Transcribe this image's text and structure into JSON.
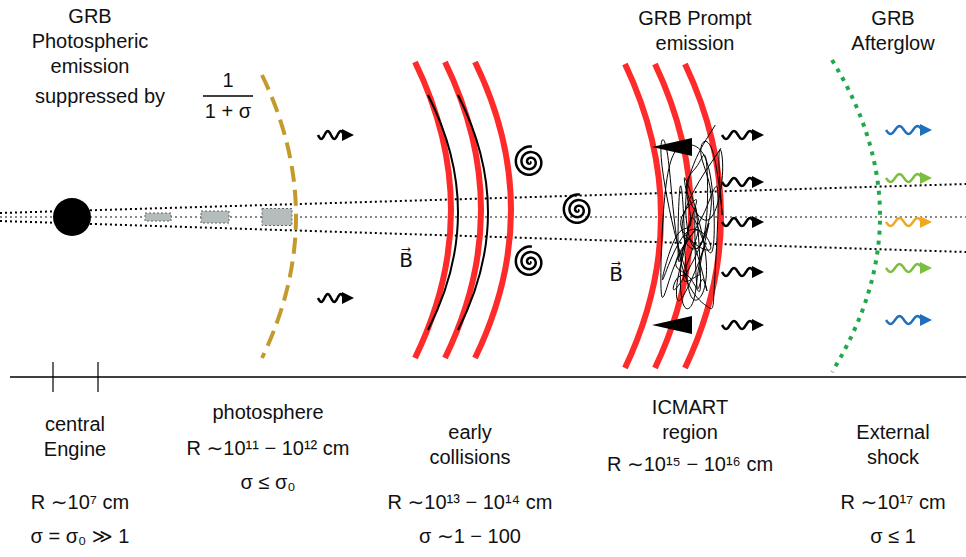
{
  "diagram": {
    "labels": [
      "GRB Photospheric emission",
      "suppressed by",
      "1",
      "1 + σ",
      "B⃗",
      "B⃗",
      "GRB Prompt emission",
      "GRB Afterglow",
      "central Engine",
      "R ∼10⁷ cm",
      "σ = σ₀ ≫ 1",
      "photosphere",
      "R ∼10¹¹ − 10¹² cm",
      "σ ≤ σ₀",
      "early collisions",
      "R ∼10¹³ − 10¹⁴ cm",
      "σ ∼1 − 100",
      "ICMART region",
      "R ∼10¹⁵ − 10¹⁶ cm",
      "External shock",
      "R ∼10¹⁷ cm",
      "σ ≤ 1"
    ]
  }
}
